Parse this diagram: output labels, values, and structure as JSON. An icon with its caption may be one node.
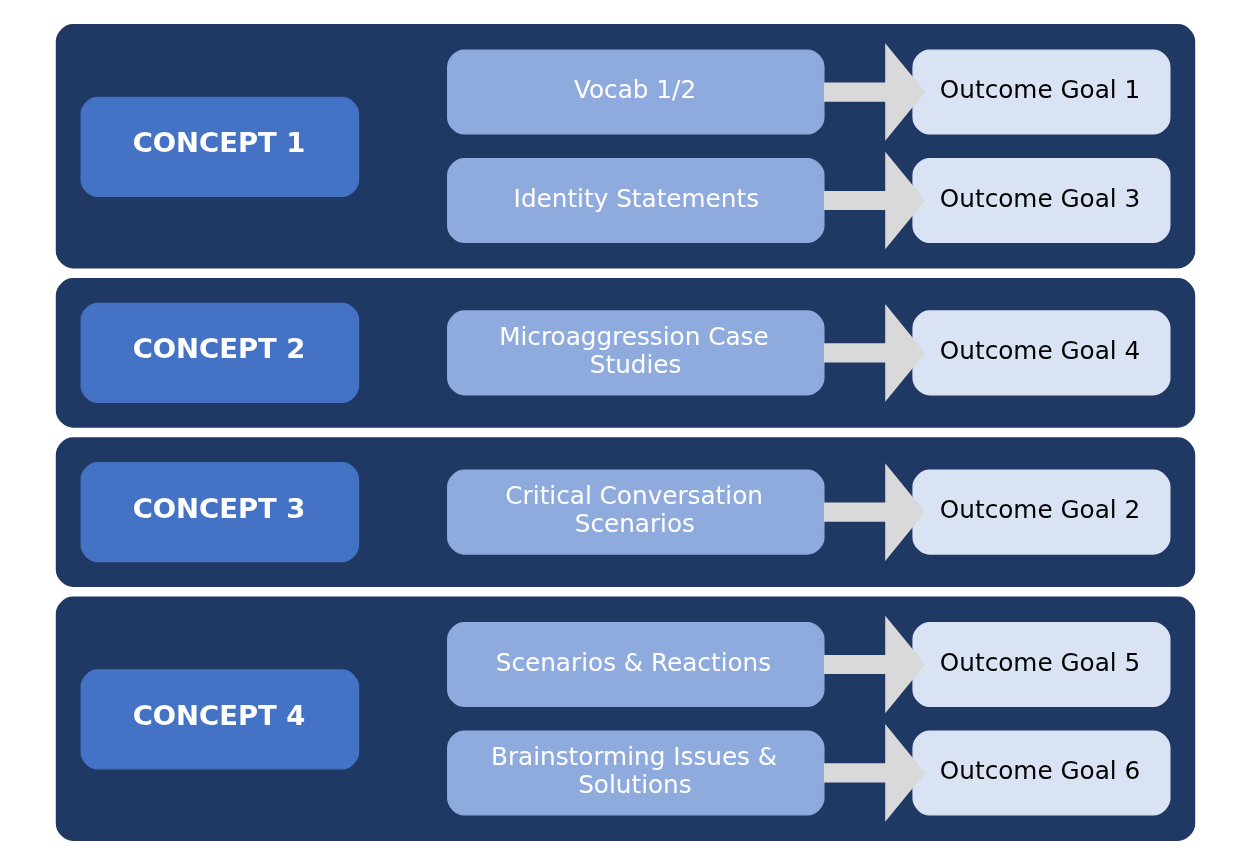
{
  "diagram": {
    "nodes": [
      {
        "text": [],
        "shape": "box"
      },
      {
        "text": [
          "CONCEPT 1"
        ],
        "in": 0
      },
      {
        "text": [
          "Vocab 1/2"
        ],
        "in": 0
      },
      {
        "text": [
          "Outcome Goal 1"
        ],
        "in": 0
      },
      {
        "text": [
          "Identity Statements"
        ],
        "in": 0
      },
      {
        "text": [
          "Outcome Goal 3"
        ],
        "in": 0
      },
      {
        "text": [],
        "shape": "box"
      },
      {
        "text": [
          "CONCEPT 2"
        ],
        "in": 6
      },
      {
        "text": [
          "Microaggression Case Studies"
        ],
        "in": 6
      },
      {
        "text": [
          "Outcome Goal 4"
        ],
        "in": 6
      },
      {
        "text": [],
        "shape": "box"
      },
      {
        "text": [
          "CONCEPT 3"
        ],
        "in": 10
      },
      {
        "text": [
          "Critical Conversation Scenarios"
        ],
        "in": 10
      },
      {
        "text": [
          "Outcome Goal 2"
        ],
        "in": 10
      },
      {
        "text": [],
        "shape": "box"
      },
      {
        "text": [
          "CONCEPT 4"
        ],
        "in": 14
      },
      {
        "text": [
          "Scenarios & Reactions"
        ],
        "in": 14
      },
      {
        "text": [
          "Outcome Goal 5"
        ],
        "in": 14
      },
      {
        "text": [
          "Brainstorming Issues & Solutions"
        ],
        "in": 14
      },
      {
        "text": [
          "Outcome Goal 6"
        ],
        "in": 14
      }
    ],
    "edges": [
      {
        "from": 2,
        "to": 3,
        "arrow": "to"
      },
      {
        "from": 4,
        "to": 5,
        "arrow": "to"
      },
      {
        "from": 8,
        "to": 9,
        "arrow": "to"
      },
      {
        "from": 12,
        "to": 13,
        "arrow": "to"
      },
      {
        "from": 16,
        "to": 17,
        "arrow": "to"
      },
      {
        "from": 18,
        "to": 19,
        "arrow": "to"
      }
    ]
  }
}
